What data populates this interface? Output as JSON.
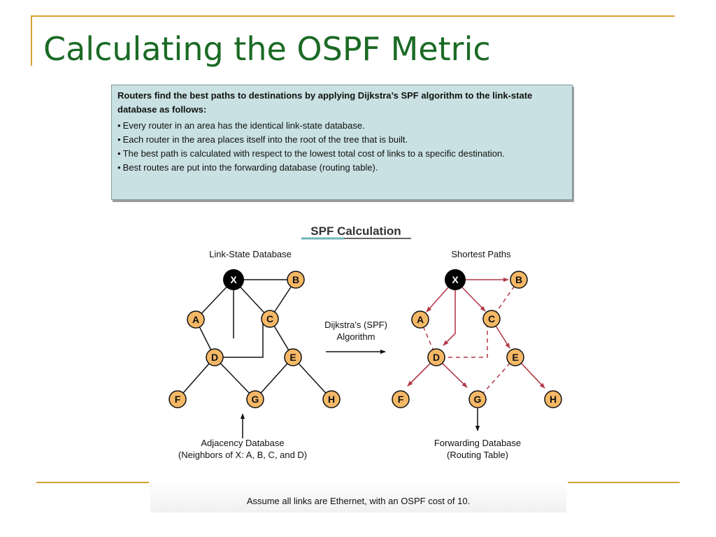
{
  "title": "Calculating the OSPF Metric",
  "info_box": {
    "lead": "Routers find the best paths to destinations by applying Dijkstra’s SPF algorithm to the link-state database as follows:",
    "bullets": [
      "Every router in an area has the identical link-state database.",
      "Each router in the area places itself into the root of the tree that is built.",
      "The best path is calculated with respect to the lowest total cost of links to a specific destination.",
      "Best routes are put into the forwarding database (routing table)."
    ],
    "bullet_char": "•"
  },
  "diagram": {
    "heading": "SPF Calculation",
    "left_title": "Link-State Database",
    "right_title": "Shortest Paths",
    "algorithm_line1": "Dijkstra's (SPF)",
    "algorithm_line2": "Algorithm",
    "left_caption_line1": "Adjacency Database",
    "left_caption_line2": "(Neighbors of X: A, B, C, and D)",
    "right_caption_line1": "Forwarding Database",
    "right_caption_line2": "(Routing Table)",
    "nodes": [
      "X",
      "A",
      "B",
      "C",
      "D",
      "E",
      "F",
      "G",
      "H"
    ]
  },
  "footer_note": "Assume all links are Ethernet, with an OSPF cost of 10.",
  "colors": {
    "title": "#1b6a24",
    "accent_line": "#d2a331",
    "node_fill": "#f5b866",
    "root_fill": "#000000",
    "shortest_path": "#b23a48",
    "box_fill": "#c9e1e2"
  }
}
